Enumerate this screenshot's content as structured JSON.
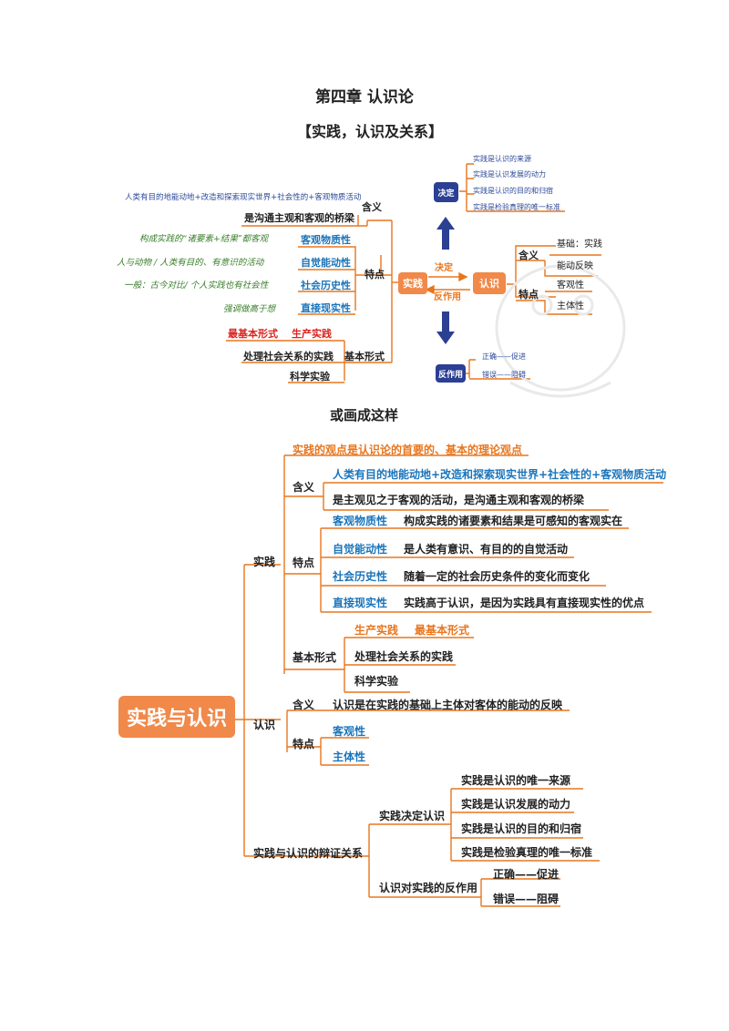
{
  "page_title": "第四章 认识论",
  "section_title": "【实践，认识及关系】",
  "divider_text": "或画成这样",
  "map1": {
    "center_practice": "实践",
    "center_cognition": "认识",
    "arrow_decide": "决定",
    "arrow_react": "反作用",
    "left": {
      "meaning_label": "含义",
      "meaning_detail": "人类有目的地能动地+改造和探索现实世界+社会性的+客观物质活动",
      "meaning_bridge": "是沟通主观和客观的桥梁",
      "features_label": "特点",
      "features": [
        {
          "note": "构成实践的“诸要素+结果”都客观",
          "name": "客观物质性"
        },
        {
          "note": "人与动物 / 人类有目的、有意识的活动",
          "name": "自觉能动性"
        },
        {
          "note": "一般：古今对比/ 个人实践也有社会性",
          "name": "社会历史性"
        },
        {
          "note": "强调做高于想",
          "name": "直接现实性"
        }
      ],
      "forms_label": "基本形式",
      "forms_top_left": "最基本形式",
      "forms_top_right": "生产实践",
      "forms": [
        "处理社会关系的实践",
        "科学实验"
      ]
    },
    "decide_box": "决定",
    "decide_items": [
      "实践是认识的来源",
      "实践是认识发展的动力",
      "实践是认识的目的和归宿",
      "实践是检验真理的唯一标准"
    ],
    "react_box": "反作用",
    "react_items": [
      "正确——促进",
      "错误——阻碍"
    ],
    "right": {
      "meaning_label": "含义",
      "meaning_items": [
        "基础：实践",
        "能动反映"
      ],
      "features_label": "特点",
      "features": [
        "客观性",
        "主体性"
      ]
    }
  },
  "map2": {
    "root": "实践与认识",
    "top_note": "实践的观点是认识论的首要的、基本的理论观点",
    "practice": {
      "label": "实践",
      "meaning_label": "含义",
      "meaning_items": [
        "人类有目的地能动地+改造和探索现实世界+社会性的+客观物质活动",
        "是主观见之于客观的活动，是沟通主观和客观的桥梁"
      ],
      "features_label": "特点",
      "features": [
        {
          "name": "客观物质性",
          "desc": "构成实践的诸要素和结果是可感知的客观实在"
        },
        {
          "name": "自觉能动性",
          "desc": "是人类有意识、有目的的自觉活动"
        },
        {
          "name": "社会历史性",
          "desc": "随着一定的社会历史条件的变化而变化"
        },
        {
          "name": "直接现实性",
          "desc": "实践高于认识，是因为实践具有直接现实性的优点"
        }
      ],
      "forms_label": "基本形式",
      "forms_top_left": "生产实践",
      "forms_top_right": "最基本形式",
      "forms": [
        "处理社会关系的实践",
        "科学实验"
      ]
    },
    "cognition": {
      "label": "认识",
      "meaning_label": "含义",
      "meaning_text": "认识是在实践的基础上主体对客体的能动的反映",
      "features_label": "特点",
      "features": [
        "客观性",
        "主体性"
      ]
    },
    "relation": {
      "label": "实践与认识的辩证关系",
      "decide_label": "实践决定认识",
      "decide_items": [
        "实践是认识的唯一来源",
        "实践是认识发展的动力",
        "实践是认识的目的和归宿",
        "实践是检验真理的唯一标准"
      ],
      "react_label": "认识对实践的反作用",
      "react_items": [
        "正确——促进",
        "错误——阻碍"
      ]
    }
  },
  "colors": {
    "orange": "#f0894a",
    "orange_line": "#e8761e",
    "navy": "#2b3f93",
    "blue_text": "#1b75bb",
    "red": "#d9241f",
    "green": "#3a7f2a"
  }
}
